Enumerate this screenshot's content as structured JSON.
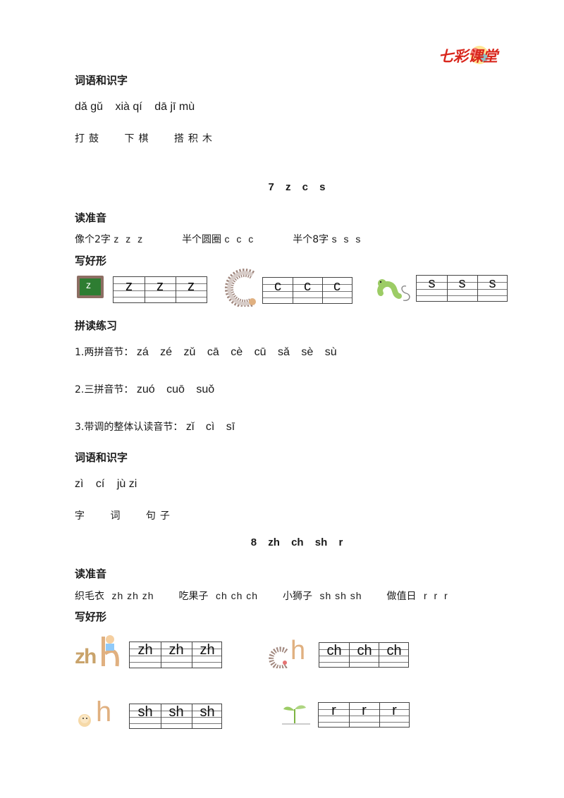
{
  "brand": {
    "logo_text": "七彩课堂"
  },
  "section1": {
    "heading": "词语和识字",
    "pinyin": [
      "dǎ gǔ",
      "xià qí",
      "dā jī mù"
    ],
    "hanzi": [
      "打鼓",
      "下棋",
      "搭积木"
    ]
  },
  "lesson7": {
    "title": [
      "7",
      "z",
      "c",
      "s"
    ],
    "read_heading": "读准音",
    "read_items": [
      {
        "hanzi": "像个2字",
        "pinyin": "z z z"
      },
      {
        "hanzi": "半个圆圈",
        "pinyin": "c c c"
      },
      {
        "hanzi": "半个8字",
        "pinyin": "s s s"
      }
    ],
    "write_heading": "写好形",
    "write_groups": [
      {
        "letters": [
          "z",
          "z",
          "z"
        ],
        "picture_letter": "z"
      },
      {
        "letters": [
          "c",
          "c",
          "c"
        ],
        "picture_letter": "c"
      },
      {
        "letters": [
          "s",
          "s",
          "s"
        ],
        "picture_letter": "s"
      }
    ],
    "practice_heading": "拼读练习",
    "practice": [
      {
        "label": "1.两拼音节：",
        "syllables": [
          "zá",
          "zé",
          "zǔ",
          "cā",
          "cè",
          "cū",
          "sǎ",
          "sè",
          "sù"
        ]
      },
      {
        "label": "2.三拼音节：",
        "syllables": [
          "zuó",
          "cuō",
          "suǒ"
        ]
      },
      {
        "label": "3.带调的整体认读音节：",
        "syllables": [
          "zǐ",
          "cì",
          "sī"
        ]
      }
    ],
    "words_heading": "词语和识字",
    "words_pinyin": [
      "zì",
      "cí",
      "jù zi"
    ],
    "words_hanzi": [
      "字",
      "词",
      "句子"
    ]
  },
  "lesson8": {
    "title": [
      "8",
      "zh",
      "ch",
      "sh",
      "r"
    ],
    "read_heading": "读准音",
    "read_items": [
      {
        "hanzi": "织毛衣",
        "pinyin": "zh zh zh"
      },
      {
        "hanzi": "吃果子",
        "pinyin": "ch ch ch"
      },
      {
        "hanzi": "小狮子",
        "pinyin": "sh sh sh"
      },
      {
        "hanzi": "做值日",
        "pinyin": "r r r"
      }
    ],
    "write_heading": "写好形",
    "write_groups": [
      {
        "letters": [
          "zh",
          "zh",
          "zh"
        ],
        "picture_letter": "zh"
      },
      {
        "letters": [
          "ch",
          "ch",
          "ch"
        ],
        "picture_letter": "h"
      },
      {
        "letters": [
          "sh",
          "sh",
          "sh"
        ],
        "picture_letter": "h"
      },
      {
        "letters": [
          "r",
          "r",
          "r"
        ],
        "picture_letter": ""
      }
    ]
  },
  "colors": {
    "accent_red": "#d9261c",
    "chalkboard": "#2e7d32",
    "worm": "#9ccc65"
  }
}
